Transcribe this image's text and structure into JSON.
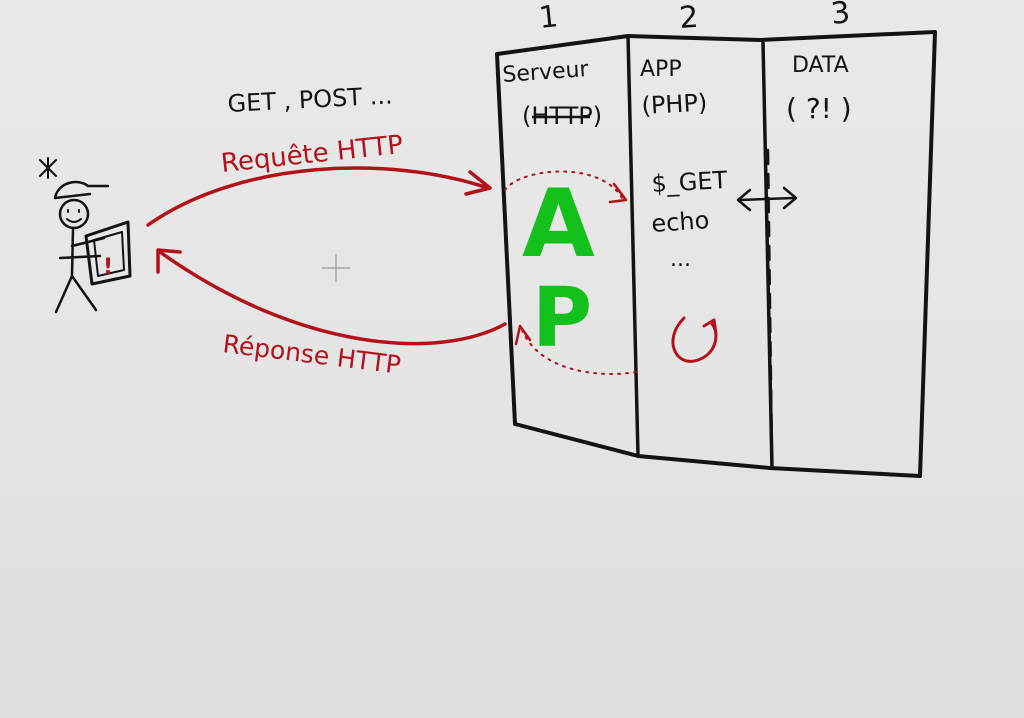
{
  "labels": {
    "col_num_1": "1",
    "col_num_2": "2",
    "col_num_3": "3",
    "methods": "GET , POST ...",
    "request": "Requête HTTP",
    "response": "Réponse HTTP",
    "server_title": "Serveur",
    "server_sub": "(HTTP)",
    "app_title": "APP",
    "app_sub": "(PHP)",
    "data_title": "DATA",
    "data_sub": "( ?! )",
    "app_code_1": "$_GET",
    "app_code_2": "echo",
    "app_code_3": "...",
    "big_a": "A",
    "big_p": "P",
    "screen_mark": "!"
  },
  "colors": {
    "ink": "#141414",
    "red": "#b3121b",
    "green": "#14c01c",
    "board": "#e6e6e6"
  }
}
